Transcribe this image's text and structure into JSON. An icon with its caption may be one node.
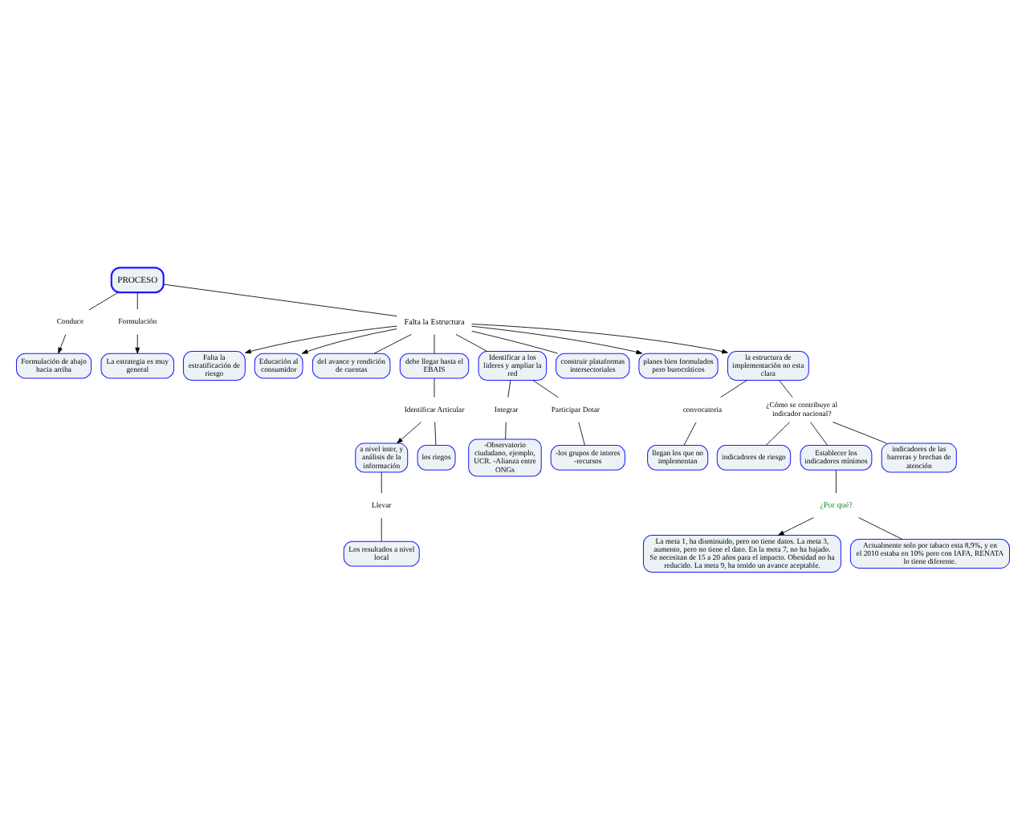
{
  "diagram": {
    "nodes": [
      {
        "text": [
          "PROCESO"
        ]
      },
      {
        "text": [
          "Conduce"
        ]
      },
      {
        "text": [
          "Formulación de abajo hacia arriba"
        ]
      },
      {
        "text": [
          "Formulación"
        ]
      },
      {
        "text": [
          "La estrategia es muy general"
        ]
      },
      {
        "text": [
          "Falta la Estructura"
        ]
      },
      {
        "text": [
          "Falta la estratificación de riesgo"
        ]
      },
      {
        "text": [
          "Educación al consumidor"
        ]
      },
      {
        "text": [
          "del avance y rendición de cuentas"
        ]
      },
      {
        "text": [
          "debe llegar hasta el EBAIS"
        ]
      },
      {
        "text": [
          "Identificar a los lideres y ampliar la red"
        ]
      },
      {
        "text": [
          "construir plataformas intersectoriales"
        ]
      },
      {
        "text": [
          "planes bien formulados pero burocráticos"
        ]
      },
      {
        "text": [
          "la estructura de implementación no esta clara"
        ]
      },
      {
        "text": [
          "Identificar Articular"
        ]
      },
      {
        "text": [
          "a nivel inter, y análisis de la información"
        ]
      },
      {
        "text": [
          "los riegos"
        ]
      },
      {
        "text": [
          "Llevar"
        ]
      },
      {
        "text": [
          "Los resultados a nivel local"
        ]
      },
      {
        "text": [
          "Integrar"
        ]
      },
      {
        "text": [
          "-Observatorio ciudadano, ejemplo, UCR. -Alianza entre ONGs"
        ]
      },
      {
        "text": [
          "Participar Dotar"
        ]
      },
      {
        "text": [
          "-los grupos de interes -recursos"
        ]
      },
      {
        "text": [
          "convocatoria"
        ]
      },
      {
        "text": [
          "llegan los que no implementan"
        ]
      },
      {
        "text": [
          "¿Cómo se contribuye al indicador nacional?"
        ]
      },
      {
        "text": [
          "indicadores de riesgo"
        ]
      },
      {
        "text": [
          "Establecer los indicadores mínimos"
        ]
      },
      {
        "text": [
          "indicadores de las barreras y brechas de atención"
        ]
      },
      {
        "text": [
          "¿Por qué?"
        ]
      },
      {
        "text": [
          "La meta 1, ha disminuido, pero no tiene datos. La meta 3, aumento, pero no tiene el dato. En la meta 7, no ha bajado. Se necesitan de 15 a 20 años para el impacto. Obesidad no ha reducido. La meta 9, ha tenido un avance aceptable."
        ]
      },
      {
        "text": [
          "Actualmente solo por tabaco esta 8,9%, y en el 2010 estaba en 10% pero con IAFA, RENATA lo tiene diferente."
        ]
      }
    ],
    "edges": [
      {
        "from": 0,
        "to": 1,
        "arrow": "none"
      },
      {
        "from": 1,
        "to": 2,
        "arrow": "to"
      },
      {
        "from": 0,
        "to": 3,
        "arrow": "none"
      },
      {
        "from": 3,
        "to": 4,
        "arrow": "to"
      },
      {
        "from": 0,
        "to": 5,
        "arrow": "none"
      },
      {
        "from": 5,
        "to": 6,
        "arrow": "to"
      },
      {
        "from": 5,
        "to": 7,
        "arrow": "to"
      },
      {
        "from": 5,
        "to": 8,
        "arrow": "none"
      },
      {
        "from": 5,
        "to": 9,
        "arrow": "none"
      },
      {
        "from": 5,
        "to": 10,
        "arrow": "none"
      },
      {
        "from": 5,
        "to": 11,
        "arrow": "none"
      },
      {
        "from": 5,
        "to": 12,
        "arrow": "to"
      },
      {
        "from": 5,
        "to": 13,
        "arrow": "to"
      },
      {
        "from": 9,
        "to": 14,
        "arrow": "none"
      },
      {
        "from": 14,
        "to": 15,
        "arrow": "to"
      },
      {
        "from": 14,
        "to": 16,
        "arrow": "none"
      },
      {
        "from": 15,
        "to": 17,
        "arrow": "none"
      },
      {
        "from": 17,
        "to": 18,
        "arrow": "none"
      },
      {
        "from": 10,
        "to": 19,
        "arrow": "none"
      },
      {
        "from": 19,
        "to": 20,
        "arrow": "none"
      },
      {
        "from": 10,
        "to": 21,
        "arrow": "none"
      },
      {
        "from": 21,
        "to": 22,
        "arrow": "none"
      },
      {
        "from": 13,
        "to": 23,
        "arrow": "none"
      },
      {
        "from": 23,
        "to": 24,
        "arrow": "none"
      },
      {
        "from": 13,
        "to": 25,
        "arrow": "none"
      },
      {
        "from": 25,
        "to": 26,
        "arrow": "none"
      },
      {
        "from": 25,
        "to": 27,
        "arrow": "none"
      },
      {
        "from": 25,
        "to": 28,
        "arrow": "none"
      },
      {
        "from": 27,
        "to": 29,
        "arrow": "none"
      },
      {
        "from": 29,
        "to": 30,
        "arrow": "to"
      },
      {
        "from": 29,
        "to": 31,
        "arrow": "none"
      }
    ]
  }
}
